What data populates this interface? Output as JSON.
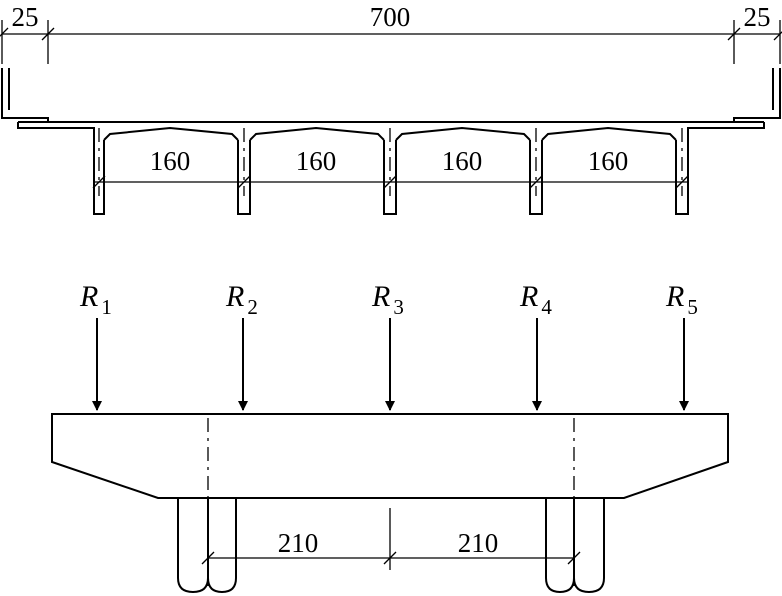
{
  "cross_section": {
    "dims": {
      "left_overhang": "25",
      "deck_width": "700",
      "right_overhang": "25",
      "spacings": [
        "160",
        "160",
        "160",
        "160"
      ]
    }
  },
  "bent_cap": {
    "reactions": [
      {
        "symbol": "R",
        "sub": "1"
      },
      {
        "symbol": "R",
        "sub": "2"
      },
      {
        "symbol": "R",
        "sub": "3"
      },
      {
        "symbol": "R",
        "sub": "4"
      },
      {
        "symbol": "R",
        "sub": "5"
      }
    ],
    "pile_spacings": [
      "210",
      "210"
    ]
  }
}
